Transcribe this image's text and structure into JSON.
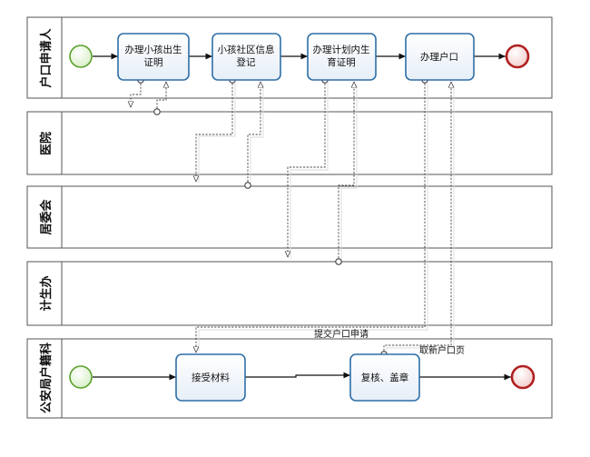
{
  "lanes": [
    {
      "title": "户口申请人"
    },
    {
      "title": "医院"
    },
    {
      "title": "居委会"
    },
    {
      "title": "计生办"
    },
    {
      "title": "公安局户籍科"
    }
  ],
  "tasks": {
    "birth_cert": [
      "办理小孩出生",
      "证明"
    ],
    "community_info": [
      "小孩社区信息",
      "登记"
    ],
    "family_plan": [
      "办理计划内生",
      "育证明"
    ],
    "hukou": [
      "办理户口"
    ],
    "receive": [
      "接受材料"
    ],
    "review": [
      "复核、盖章"
    ]
  },
  "labels": {
    "submit": "提交户口申请",
    "get_page": "取新户口页"
  },
  "colors": {
    "task_border": "#2f6fa7",
    "start_event": "#5aa02c",
    "end_event": "#b01f1f"
  }
}
